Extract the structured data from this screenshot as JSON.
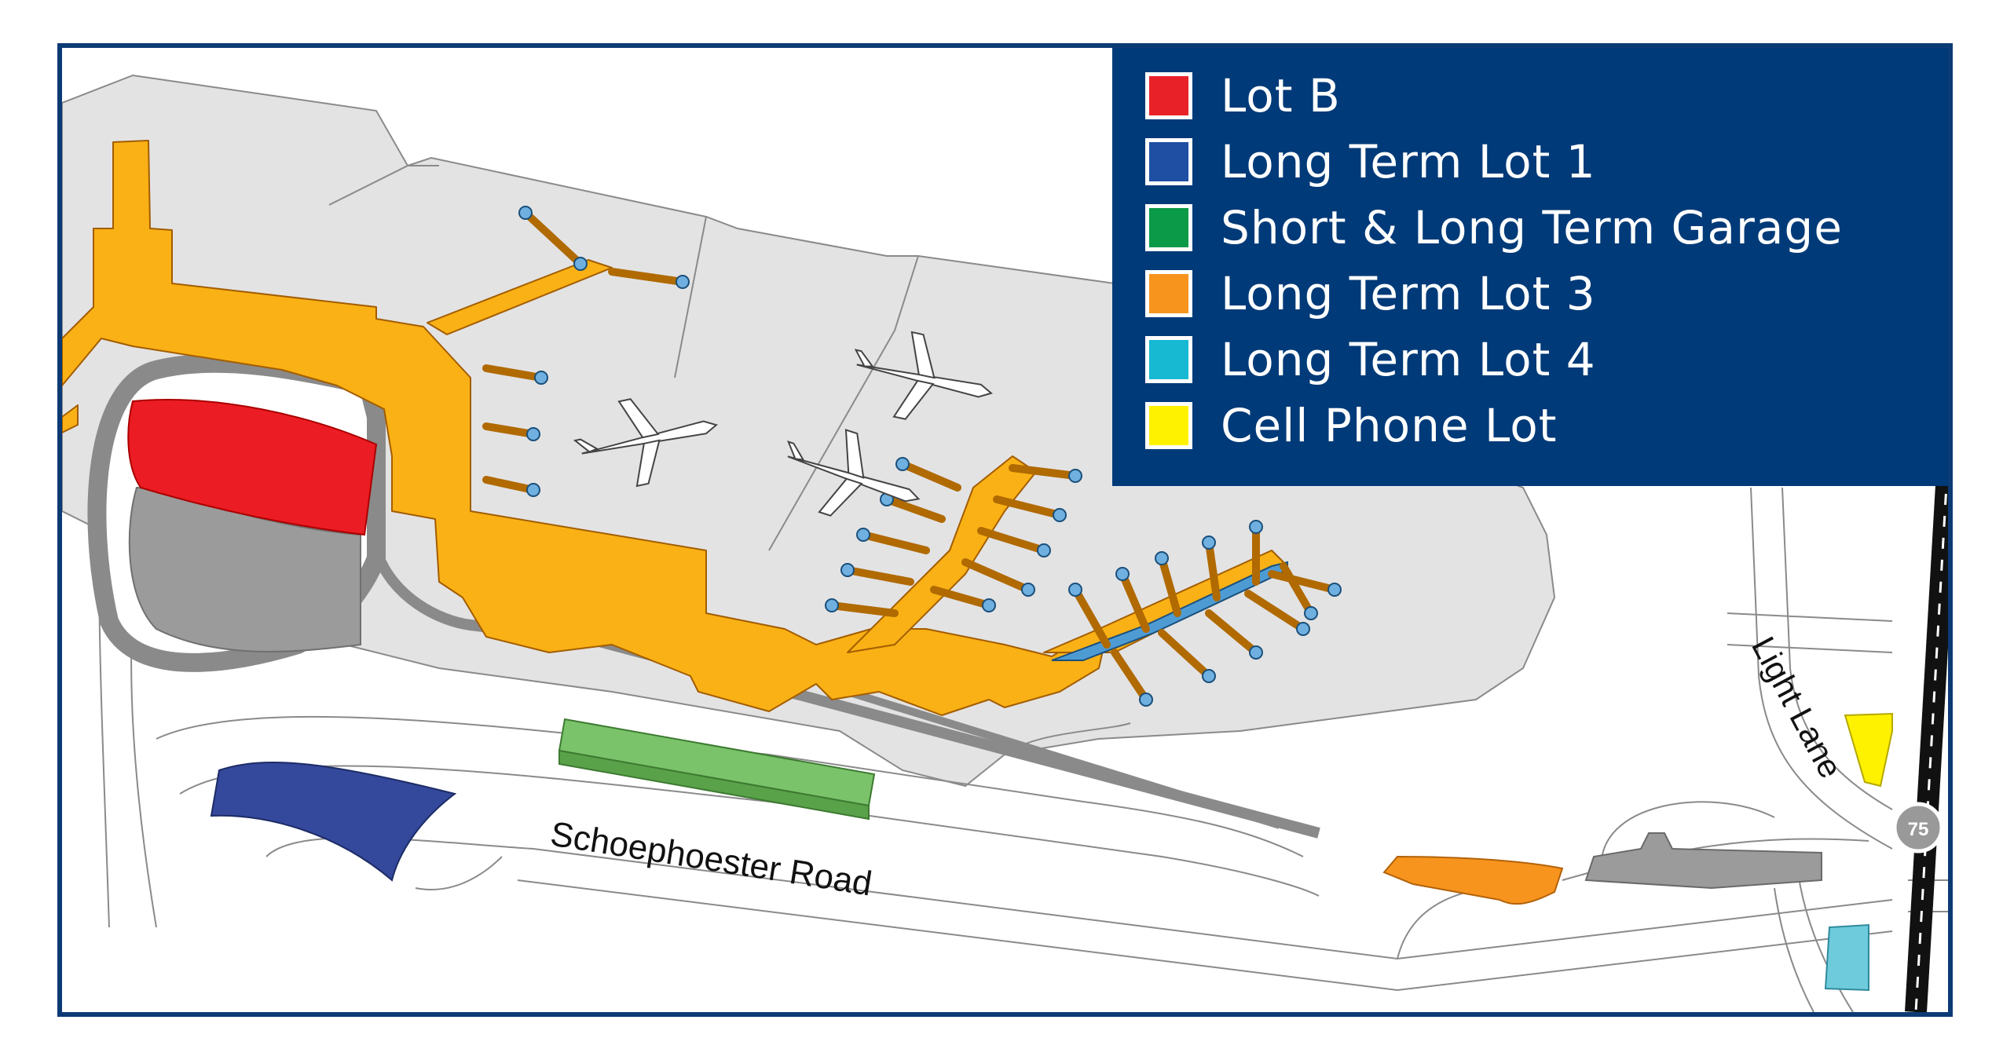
{
  "map": {
    "legend": {
      "items": [
        {
          "label": "Lot B",
          "color": "#e82129"
        },
        {
          "label": "Long Term Lot 1",
          "color": "#1e4fa3"
        },
        {
          "label": "Short & Long Term Garage",
          "color": "#0a9a48"
        },
        {
          "label": "Long Term Lot 3",
          "color": "#f7941d"
        },
        {
          "label": "Long Term Lot 4",
          "color": "#16b8d2"
        },
        {
          "label": "Cell Phone Lot",
          "color": "#fff200"
        }
      ]
    },
    "roads": {
      "main_road": "Schoephoester Road",
      "side_road": "Light Lane",
      "highway_shield": "75"
    },
    "colors": {
      "frame": "#0c3a74",
      "terminal": "#f9b115",
      "apron": "#e3e3e4",
      "lot_b": "#ec1c24",
      "long_term_lot_1": "#34489c",
      "garage": "#7ac36a",
      "long_term_lot_3": "#f7941d",
      "long_term_lot_4": "#6ecbdc",
      "cell_phone_lot": "#fff200",
      "gray_lot": "#9b9b9b"
    }
  }
}
